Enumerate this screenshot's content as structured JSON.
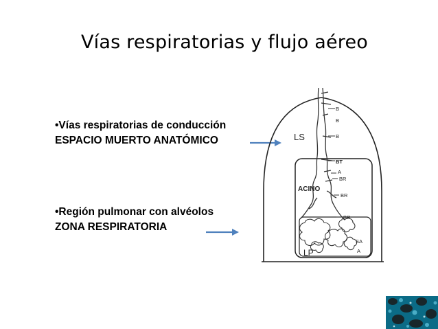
{
  "title": "Vías respiratorias y flujo aéreo",
  "block1": {
    "line1": "•Vías respiratorias de conducción",
    "line2": "ESPACIO MUERTO ANATÓMICO"
  },
  "block2": {
    "line1": "•Región pulmonar con alvéolos",
    "line2": "ZONA RESPIRATORIA"
  },
  "diagram": {
    "region_ls": "LS",
    "region_acino": "ACINO",
    "region_lp": "LP",
    "branch_labels": [
      "B",
      "B",
      "B",
      "BT",
      "A",
      "BR",
      "BR",
      "BR",
      "SA",
      "A"
    ]
  },
  "colors": {
    "arrow": "#4f81bd",
    "ink": "#222222"
  }
}
